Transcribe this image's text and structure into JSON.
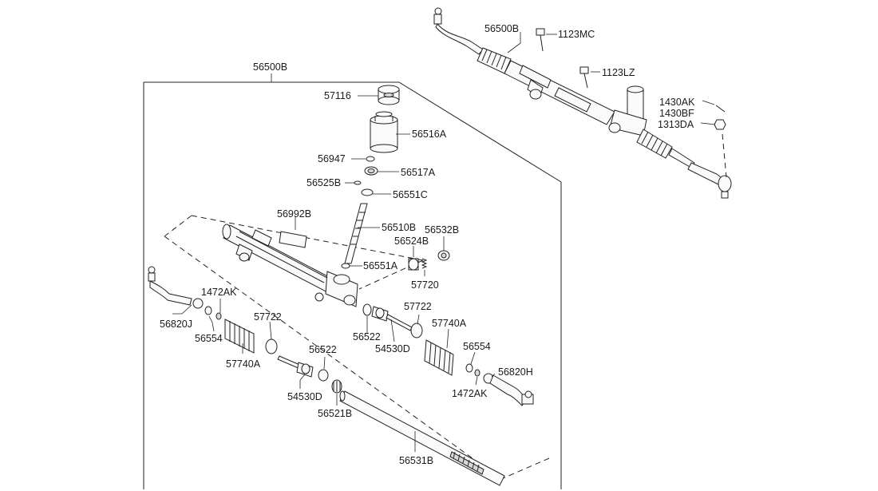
{
  "labels": {
    "assembly_main": "56500B",
    "assembly_inset": "56500B",
    "p57116": "57116",
    "p56516A": "56516A",
    "p56947": "56947",
    "p56517A": "56517A",
    "p56525B": "56525B",
    "p56551C": "56551C",
    "p56992B": "56992B",
    "p56510B": "56510B",
    "p56532B": "56532B",
    "p56524B": "56524B",
    "p56551A": "56551A",
    "p57720": "57720",
    "p1472AK_l": "1472AK",
    "p56820J": "56820J",
    "p56554_l": "56554",
    "p57722_l": "57722",
    "p57740A_l": "57740A",
    "p56522_l": "56522",
    "p54530D_l": "54530D",
    "p56521B": "56521B",
    "p56531B": "56531B",
    "p57722_r": "57722",
    "p56522_r": "56522",
    "p54530D_r": "54530D",
    "p57740A_r": "57740A",
    "p56554_r": "56554",
    "p56820H": "56820H",
    "p1472AK_r": "1472AK",
    "p1123MC": "1123MC",
    "p1123LZ": "1123LZ",
    "p1430AK": "1430AK",
    "p1430BF": "1430BF",
    "p1313DA": "1313DA"
  }
}
